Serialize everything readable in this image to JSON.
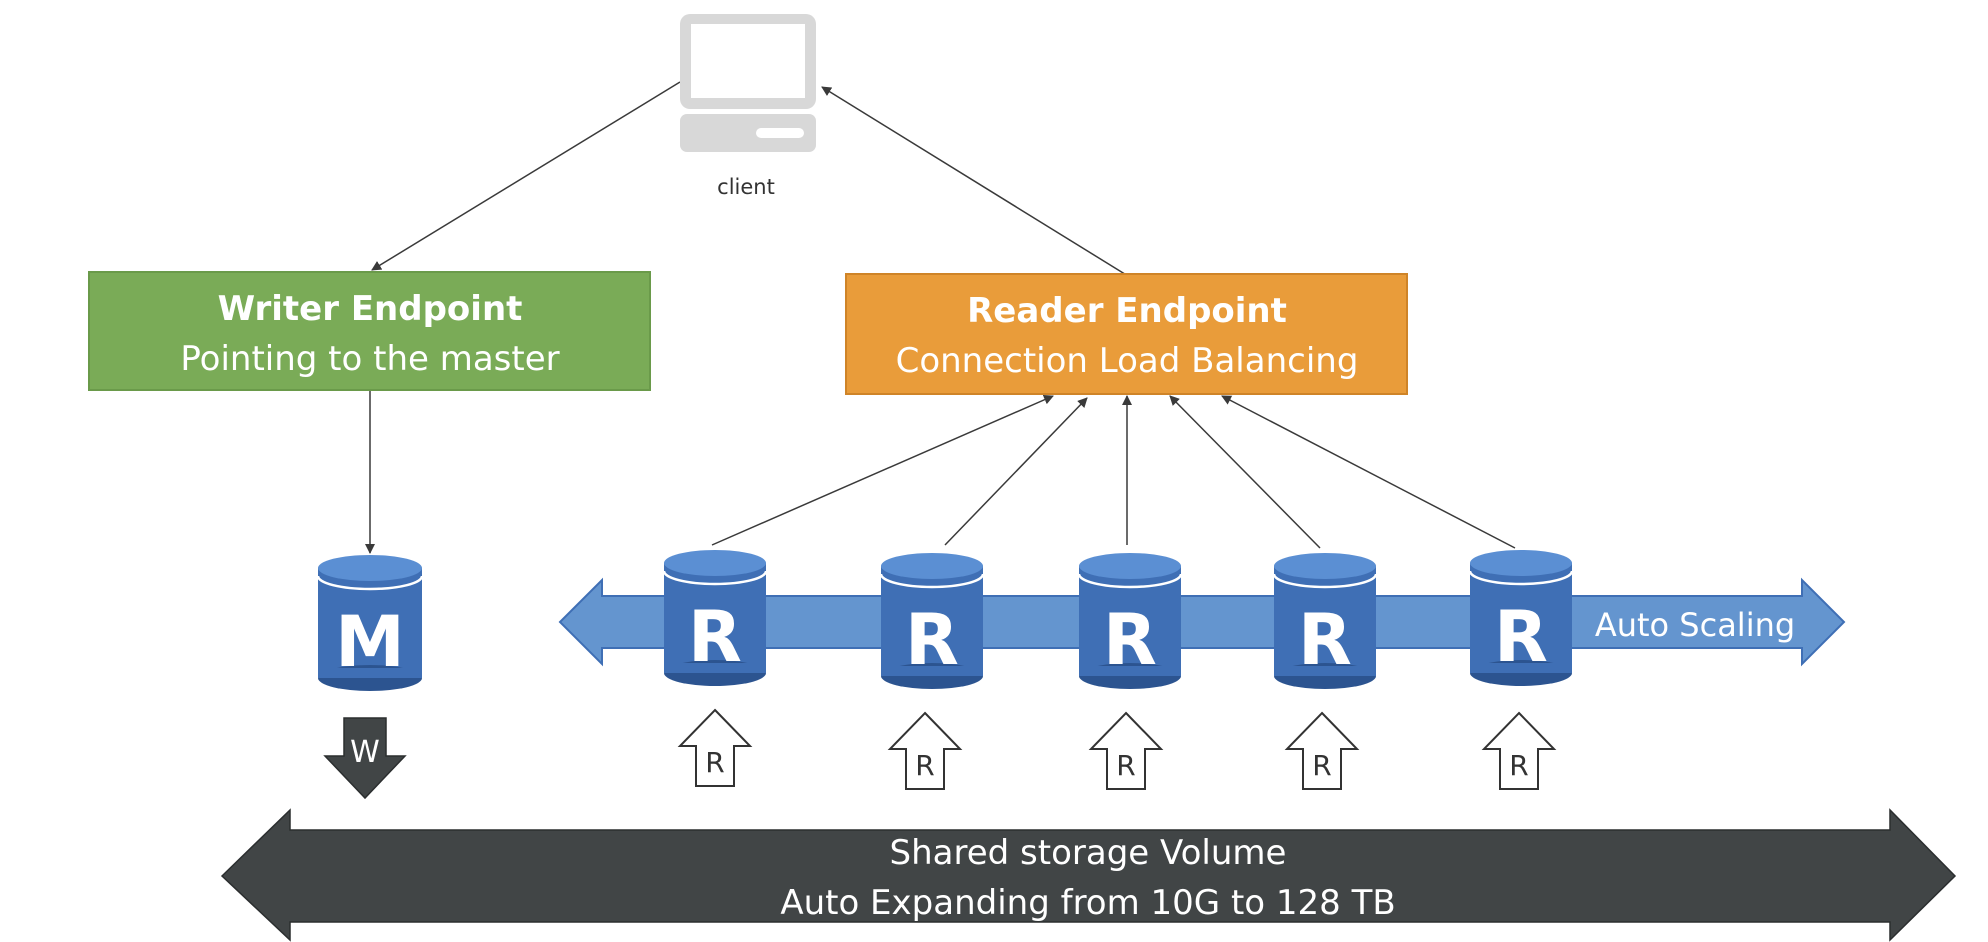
{
  "client": {
    "label": "client",
    "icon": "computer-icon"
  },
  "writer_endpoint": {
    "title": "Writer Endpoint",
    "subtitle": "Pointing to the master",
    "color": "#7AAB57"
  },
  "reader_endpoint": {
    "title": "Reader Endpoint",
    "subtitle": "Connection Load Balancing",
    "color": "#E99C3A"
  },
  "master_db": {
    "letter": "M",
    "icon": "database-icon"
  },
  "write_arrow": {
    "letter": "W"
  },
  "replicas": [
    {
      "letter": "R",
      "read_label": "R"
    },
    {
      "letter": "R",
      "read_label": "R"
    },
    {
      "letter": "R",
      "read_label": "R"
    },
    {
      "letter": "R",
      "read_label": "R"
    },
    {
      "letter": "R",
      "read_label": "R"
    }
  ],
  "auto_scaling": {
    "label": "Auto Scaling",
    "color": "#6495CF"
  },
  "storage": {
    "line1": "Shared storage Volume",
    "line2": "Auto Expanding from 10G to 128 TB",
    "color": "#414546"
  },
  "colors": {
    "db_blue": "#3F6FB5",
    "db_top": "#5B8FD3",
    "db_dark": "#2C5490"
  }
}
